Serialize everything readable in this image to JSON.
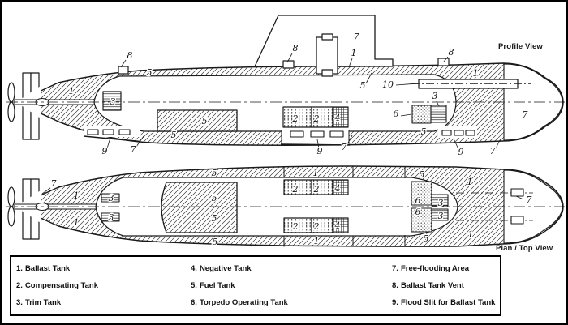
{
  "colors": {
    "ink": "#1a1a1a",
    "background": "#ffffff"
  },
  "profile": {
    "title": "Profile View",
    "callouts": [
      "8",
      "1",
      "3",
      "5",
      "9",
      "7",
      "5",
      "5",
      "8",
      "7",
      "1",
      "5",
      "2",
      "2",
      "4",
      "9",
      "7",
      "10",
      "8",
      "1",
      "3",
      "6",
      "5",
      "9",
      "7",
      "7"
    ]
  },
  "plan": {
    "title": "Plan / Top View",
    "callouts": [
      "7",
      "1",
      "1",
      "3",
      "3",
      "5",
      "5",
      "5",
      "5",
      "1",
      "1",
      "2",
      "2",
      "4",
      "2",
      "2",
      "4",
      "5",
      "5",
      "6",
      "6",
      "3",
      "3",
      "1",
      "1",
      "7"
    ]
  },
  "legend": {
    "items": [
      {
        "num": "1.",
        "label": "Ballast Tank"
      },
      {
        "num": "2.",
        "label": "Compensating Tank"
      },
      {
        "num": "3.",
        "label": "Trim Tank"
      },
      {
        "num": "4.",
        "label": "Negative Tank"
      },
      {
        "num": "5.",
        "label": "Fuel Tank"
      },
      {
        "num": "6.",
        "label": "Torpedo Operating Tank"
      },
      {
        "num": "7.",
        "label": "Free-flooding Area"
      },
      {
        "num": "8.",
        "label": "Ballast Tank Vent"
      },
      {
        "num": "9.",
        "label": "Flood Slit for Ballast Tank"
      }
    ]
  }
}
